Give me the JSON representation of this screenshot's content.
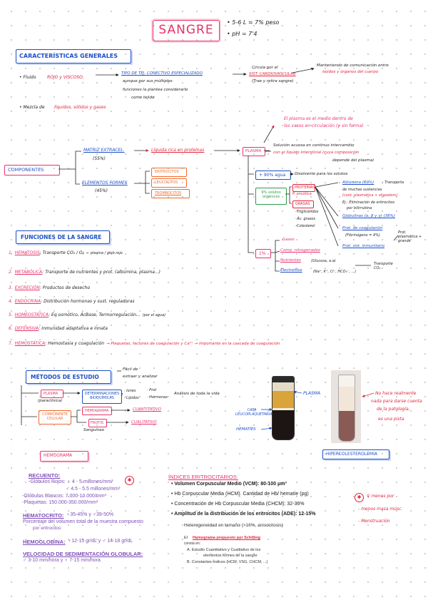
{
  "header": {
    "title": "SANGRE",
    "fact1": "• 5-6 L ≃ 7% peso",
    "fact2": "• pH = 7'4"
  },
  "caracteristicas": {
    "title": "CARACTERÍSTICAS GENERALES",
    "fluido_label": "• Fluido",
    "fluido_desc": "ROJO y VISCOSO.",
    "tipo": "TIPO DE TEJ. CONECTIVO ESPECIALIZADO",
    "aunque": "aunque por sus múltiples",
    "funciones": "funciones la plantea considerarlo",
    "como": "como tejido",
    "circula1": "Circula por el",
    "circula2": "SIST. CARDIOVASCULAR",
    "circula3": "(Trae y retira sangre)",
    "mantiene1": "Manteniendo de comunicación entre",
    "mantiene2": "tejidos y órganos del cuerpo",
    "mezcla_label": "• Mezcla de",
    "mezcla_desc": "líquidos, sólidos y gases"
  },
  "componentes": {
    "label": "COMPONENTES",
    "matriz": "MATRIZ EXTRACEL.",
    "matriz_pct": "(55%)",
    "liquida": "Líquida rica en proteínas",
    "elementos": "ELEMENTOS FORMES",
    "elementos_pct": "(45%)",
    "eritrocitos": "ERITROCITOS",
    "leucocitos": "LEUCOCITOS",
    "trombocitos": "TROMBOCITOS",
    "plasma": "PLASMA",
    "plasma_note1": "El plasma es el medio dentro de",
    "plasma_note2": "los vasos en circulación (y sin forma)",
    "solucion1": "Solución acuosa en continuo intercambio",
    "solucion2": "con el líquido intersticial (cuya composición",
    "solucion3": "depende del plasma)",
    "agua": "+ 90% agua",
    "disolvente": "Disolvente para los solutos",
    "solutos": "9% solutos orgánicos",
    "proteinas": "PROTEÍNAS",
    "p_oncotica": "P. oncótica",
    "grasas": "GRASAS",
    "trigliceridos": "· Triglicéridos",
    "ac_grasos": "· Ác. grasos",
    "colesterol": "· Colesterol",
    "albumina": "Albúmina (60%)",
    "albumina_d1": ": Transporta",
    "albumina_d2": "de muchas sustancias",
    "albumina_d3": "(cont. plasmática + oligoelem)",
    "albumina_d4": "Ej.: Eliminación de eritrocitos",
    "albumina_d5": "por bilirrubina",
    "globulinas": "Globulinas (α, β y γ) (38%)",
    "coagulacion": "Prot. de coagulación",
    "fibrinogeno": "(Fibrinógeno = 4%)",
    "prot_inmune": "Prot. sist. inmunitario",
    "fibr_note": "Prot. plasmática + grande",
    "uno_pct": "1%",
    "gases": "Gases",
    "comp_nitro": "Comp. nitrogenados",
    "nutrientes": "Nutrientes",
    "nutrientes_d": "(Glucosa, a.a)",
    "electrolitos": "Electrolitos",
    "electrolitos_d": "(Na⁺, K⁺, Cl⁻, HCO₃⁻, ...)",
    "transporte_co2": "Transporte CO₂"
  },
  "funciones": {
    "title": "FUNCIONES DE LA SANGRE",
    "items": [
      {
        "num": "1.",
        "name": "HEMATOSIS",
        "desc": ": Transporte CO₂ / O₂",
        "note": "← plasma / glob.rojo"
      },
      {
        "num": "2.",
        "name": "METABÓLICA",
        "desc": ": Transporte de nutrientes y prot. (albúmina, plasma...)",
        "note": ""
      },
      {
        "num": "3.",
        "name": "EXCRECIÓN",
        "desc": ": Productos de desecho",
        "note": ""
      },
      {
        "num": "4.",
        "name": "ENDOCRINA",
        "desc": ": Distribución hormonas y sust. reguladoras",
        "note": ""
      },
      {
        "num": "5.",
        "name": "HOMEOSTÁTICA",
        "desc": ": Eq osmótico, ÁcBase, Termorregulación...",
        "note": "(por el agua)"
      },
      {
        "num": "6.",
        "name": "DEFENSIVA",
        "desc": ": Inmunidad adaptativa e innata",
        "note": ""
      },
      {
        "num": "7.",
        "name": "HEMOSTÁTICA",
        "desc": ": Hemostasia y coagulación",
        "note": "→ Plaquetas, factores de coagulación y Ca²⁺ → importante en la cascada de coagulación"
      }
    ]
  },
  "metodos": {
    "title": "MÉTODOS DE ESTUDIO",
    "note1": "Fácil de",
    "note2": "extraer y analizar",
    "plasma": "PLASMA",
    "plasma_sub": "(paraclínica)",
    "determ": "DETERMINACIONES BIOQUÍMICAS",
    "iones": "· Iones",
    "lipidos": "· Lípidos",
    "prot": "· Prot",
    "hormonas": "· Hormonas",
    "analisis": "Análisis de toda la vida",
    "comp_celular": "COMPONENTE CELULAR",
    "hemograma": "HEMOGRAMA",
    "cuantitativo": "CUANTITATIVO",
    "frotis": "FROTIS",
    "sanguineo": "Sanguíneo",
    "cualitativo": "CUALITATIVO"
  },
  "images": {
    "plasma_label": "PLASMA",
    "capa_label": "CAPA LEUCOPLAQUETARIA",
    "hematies_label": "HEMATÍES",
    "note1": "No hace realmente",
    "note2": "nada para darse cuenta",
    "note3": "de la patología,",
    "note4": "es una pista",
    "hiper": "HIPERCOLESTEROLEMIA"
  },
  "hemograma_sec": {
    "title": "HEMOGRAMA",
    "recuento": "RECUENTO:",
    "rojos": "-Glóbulos Rojos: ♀ 4 - 5 millones/mm³",
    "rojos2": "♂ 4.5 - 5.5 millones/mm³",
    "blancos": "-Glóbulos Blancos: 7.000-10.000/mm³",
    "plaquetas": "-Plaquetas: 150.000-350.000/mm³",
    "hematocrito": "HEMATOCRITO:",
    "hematocrito_v": "♀35-45% y ♂39-50%",
    "hematocrito_d1": "Porcentaje del volumen total de la muestra compuesto",
    "hematocrito_d2": "por eritrocitos",
    "hemoglobina": "HEMOGLOBINA:",
    "hemoglobina_v": "♀12-15 gr/dL y ♂ 14-18 gr/dL",
    "vsg": "VELOCIDAD DE SEDIMENTACIÓN GLOBULAR:",
    "vsg_v": "♂ 3-10 mm/hora  y  ♀ 7-15 mm/hora"
  },
  "indices": {
    "title": "ÍNDICES ERITROCITARIOS:",
    "items": [
      "Volumen Corpuscular Medio (VCM): 80-100 μm³",
      "Hb Corpuscular Media (HCM). Cantidad de Hb/ hematíe (pg)",
      "Concentración de Hb Corpuscular Media (CHCM): 32-36%",
      "Amplitud de la distribución de los eritrocitos (ADE): 12-15%"
    ],
    "hetero": "Heterogeneidad en tamaño (>16%, anisocitosis)",
    "schilling_pre": "El",
    "schilling": "Hemograma propuesto por Schilling",
    "schilling_post": "consta en:",
    "a": "A. Estudio Cuantitativo y Cualitativo de los",
    "a2": "elementos formes de la sangre",
    "b": "B. Constantes-Índices (HCM, VSG, CHCM, ...)",
    "side1": "menos por",
    "side2": "- menos masa músc.",
    "side3": "- Menstruación"
  },
  "colors": {
    "red": "#e0243c",
    "pink": "#e8336a",
    "blue": "#1d4fc6",
    "orange": "#ef6b2c",
    "purple": "#7e4fb8"
  }
}
